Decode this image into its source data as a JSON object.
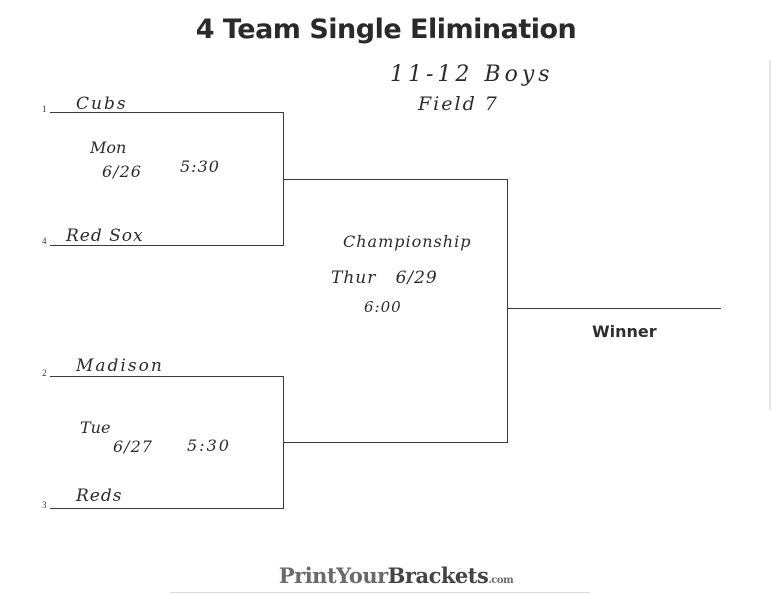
{
  "title": "4 Team Single Elimination",
  "notes": {
    "line1": "11-12 Boys",
    "line2": "Field 7"
  },
  "seeds": {
    "s1": "1",
    "s4": "4",
    "s2": "2",
    "s3": "3"
  },
  "teams": {
    "t1": "Cubs",
    "t4": "Red Sox",
    "t2": "Madison",
    "t3": "Reds"
  },
  "game1": {
    "day": "Mon",
    "date": "6/26",
    "time": "5:30"
  },
  "game2": {
    "day": "Tue",
    "date": "6/27",
    "time": "5:30"
  },
  "championship": {
    "label": "Championship",
    "day_date": "Thur   6/29",
    "time": "6:00"
  },
  "winner_label": "Winner",
  "footer": {
    "brand_light": "Print",
    "brand_mid": "Your",
    "brand_bold": "Brackets",
    "brand_tld": ".com"
  }
}
